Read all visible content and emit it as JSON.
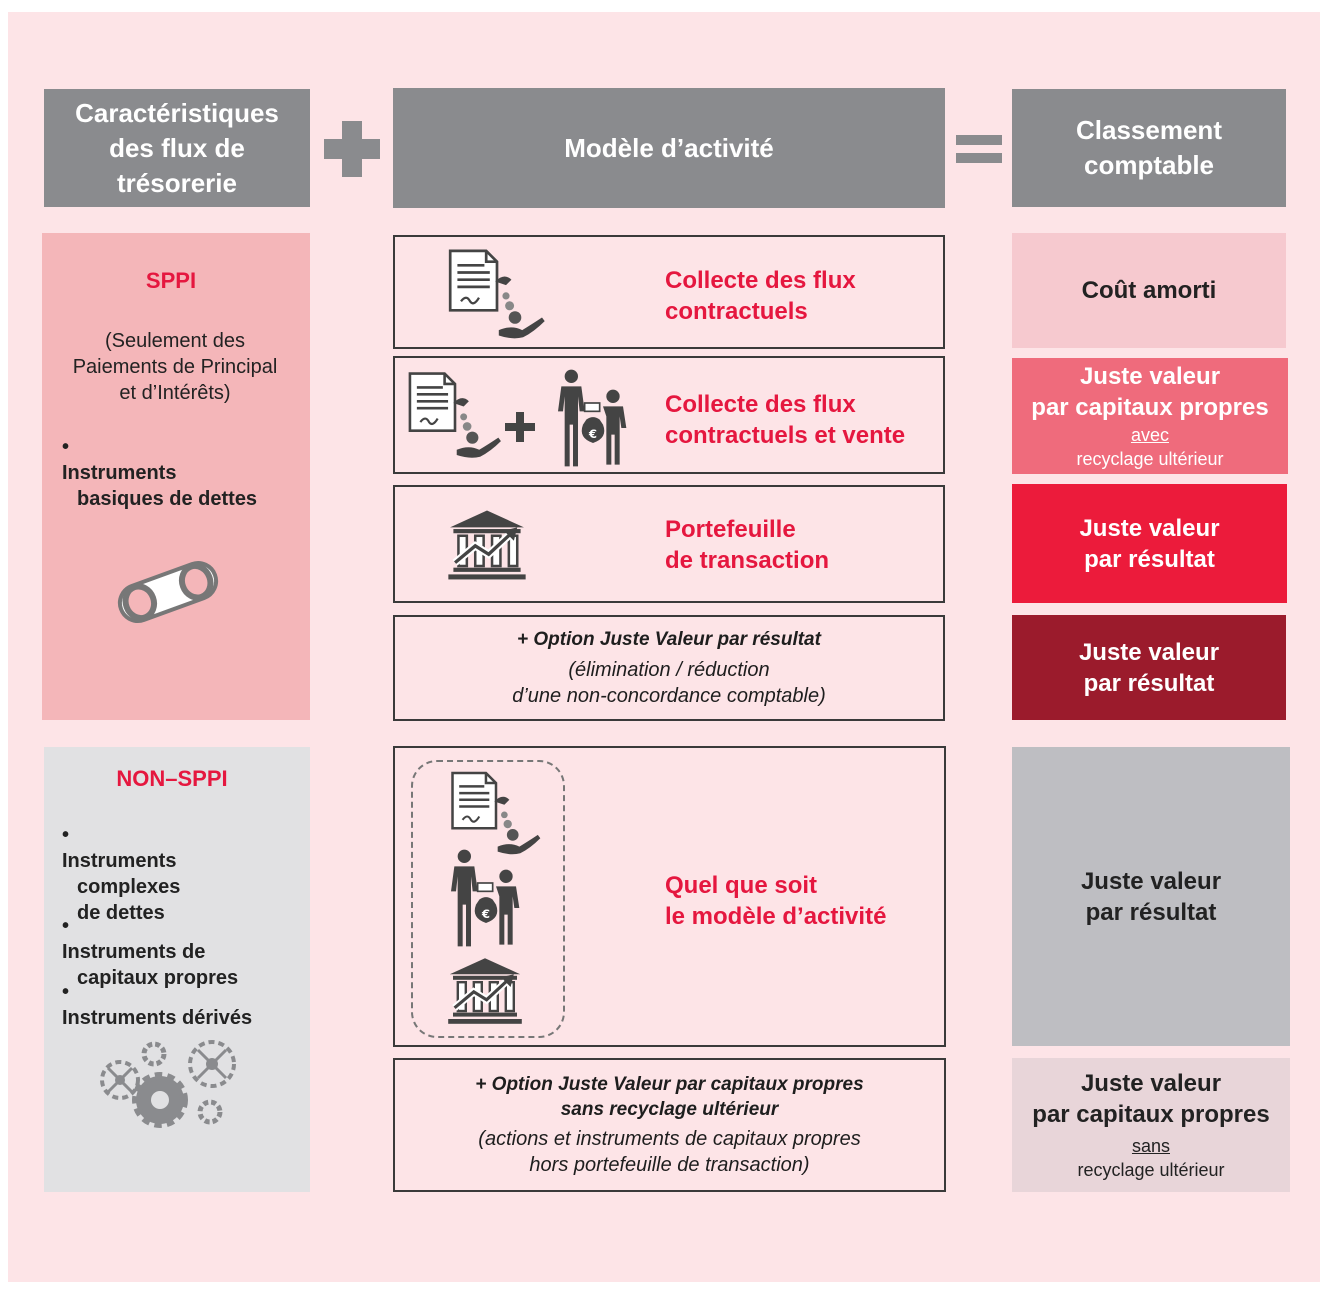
{
  "headers": {
    "left": [
      "Caractéristiques",
      "des flux de",
      "trésorerie"
    ],
    "middle": "Modèle d’activité",
    "right": [
      "Classement",
      "comptable"
    ]
  },
  "sppi": {
    "title": "SPPI",
    "desc": [
      "(Seulement des",
      "Paiements de Principal",
      "et d’Intérêts)"
    ],
    "bullets": [
      {
        "marker": "• ",
        "lines": [
          "Instruments",
          "basiques de dettes"
        ]
      }
    ]
  },
  "non_sppi": {
    "title": "NON–SPPI",
    "bullets": [
      {
        "marker": "• ",
        "lines": [
          "Instruments",
          "complexes",
          "de dettes"
        ]
      },
      {
        "marker": "• ",
        "lines": [
          "Instruments de",
          "capitaux propres"
        ]
      },
      {
        "marker": "• ",
        "lines": [
          "Instruments dérivés"
        ]
      }
    ]
  },
  "models": [
    {
      "lines": [
        "Collecte des flux",
        "contractuels"
      ]
    },
    {
      "lines": [
        "Collecte des flux",
        "contractuels et vente"
      ]
    },
    {
      "lines": [
        "Portefeuille",
        "de transaction"
      ]
    },
    {
      "lines": [
        "Quel que soit",
        "le modèle d’activité"
      ]
    }
  ],
  "options": {
    "fv_pnl": {
      "bold": [
        "+ Option Juste Valeur par résultat"
      ],
      "italic": [
        "(élimination / réduction",
        "d’une non-concordance comptable)"
      ]
    },
    "fv_oci": {
      "bold": [
        "+ Option Juste Valeur par capitaux propres",
        "sans recyclage ultérieur"
      ],
      "italic": [
        "(actions et instruments de capitaux propres",
        "hors portefeuille de transaction)"
      ]
    }
  },
  "results": {
    "amortised_cost": "Coût amorti",
    "fvoci_recycling": {
      "lines": [
        "Juste valeur",
        "par capitaux propres"
      ],
      "u": "avec",
      "rest": " recyclage ultérieur"
    },
    "fvpl": {
      "lines": [
        "Juste valeur",
        "par résultat"
      ]
    },
    "fvpl_option": {
      "lines": [
        "Juste valeur",
        "par résultat"
      ]
    },
    "fvpl_non_sppi": {
      "lines": [
        "Juste valeur",
        "par résultat"
      ]
    },
    "fvoci_no_recycling": {
      "lines": [
        "Juste valeur",
        "par capitaux propres"
      ],
      "u": "sans",
      "rest": " recyclage ultérieur"
    }
  },
  "icons": [
    "plus-icon",
    "equals-icon",
    "document-coins-hand-icon",
    "businessmen-money-bag-icon",
    "bank-chart-icon",
    "chain-link-icon",
    "gears-icon",
    "euro-coin-icon"
  ],
  "colors": {
    "background": "#fde4e7",
    "header_gray": "#8a8b8e",
    "accent_red": "#e5173f",
    "amortised_cost": "#f6c9cf",
    "fvoci_recycling": "#ef6b7c",
    "fvpl": "#ec1b3b",
    "fvpl_option": "#9b1b2c",
    "fvpl_non_sppi": "#bebec2",
    "fvoci_no_recycling": "#e8d5d9",
    "sppi_panel": "#f4b6b9",
    "non_sppi_panel": "#e1e1e3"
  }
}
